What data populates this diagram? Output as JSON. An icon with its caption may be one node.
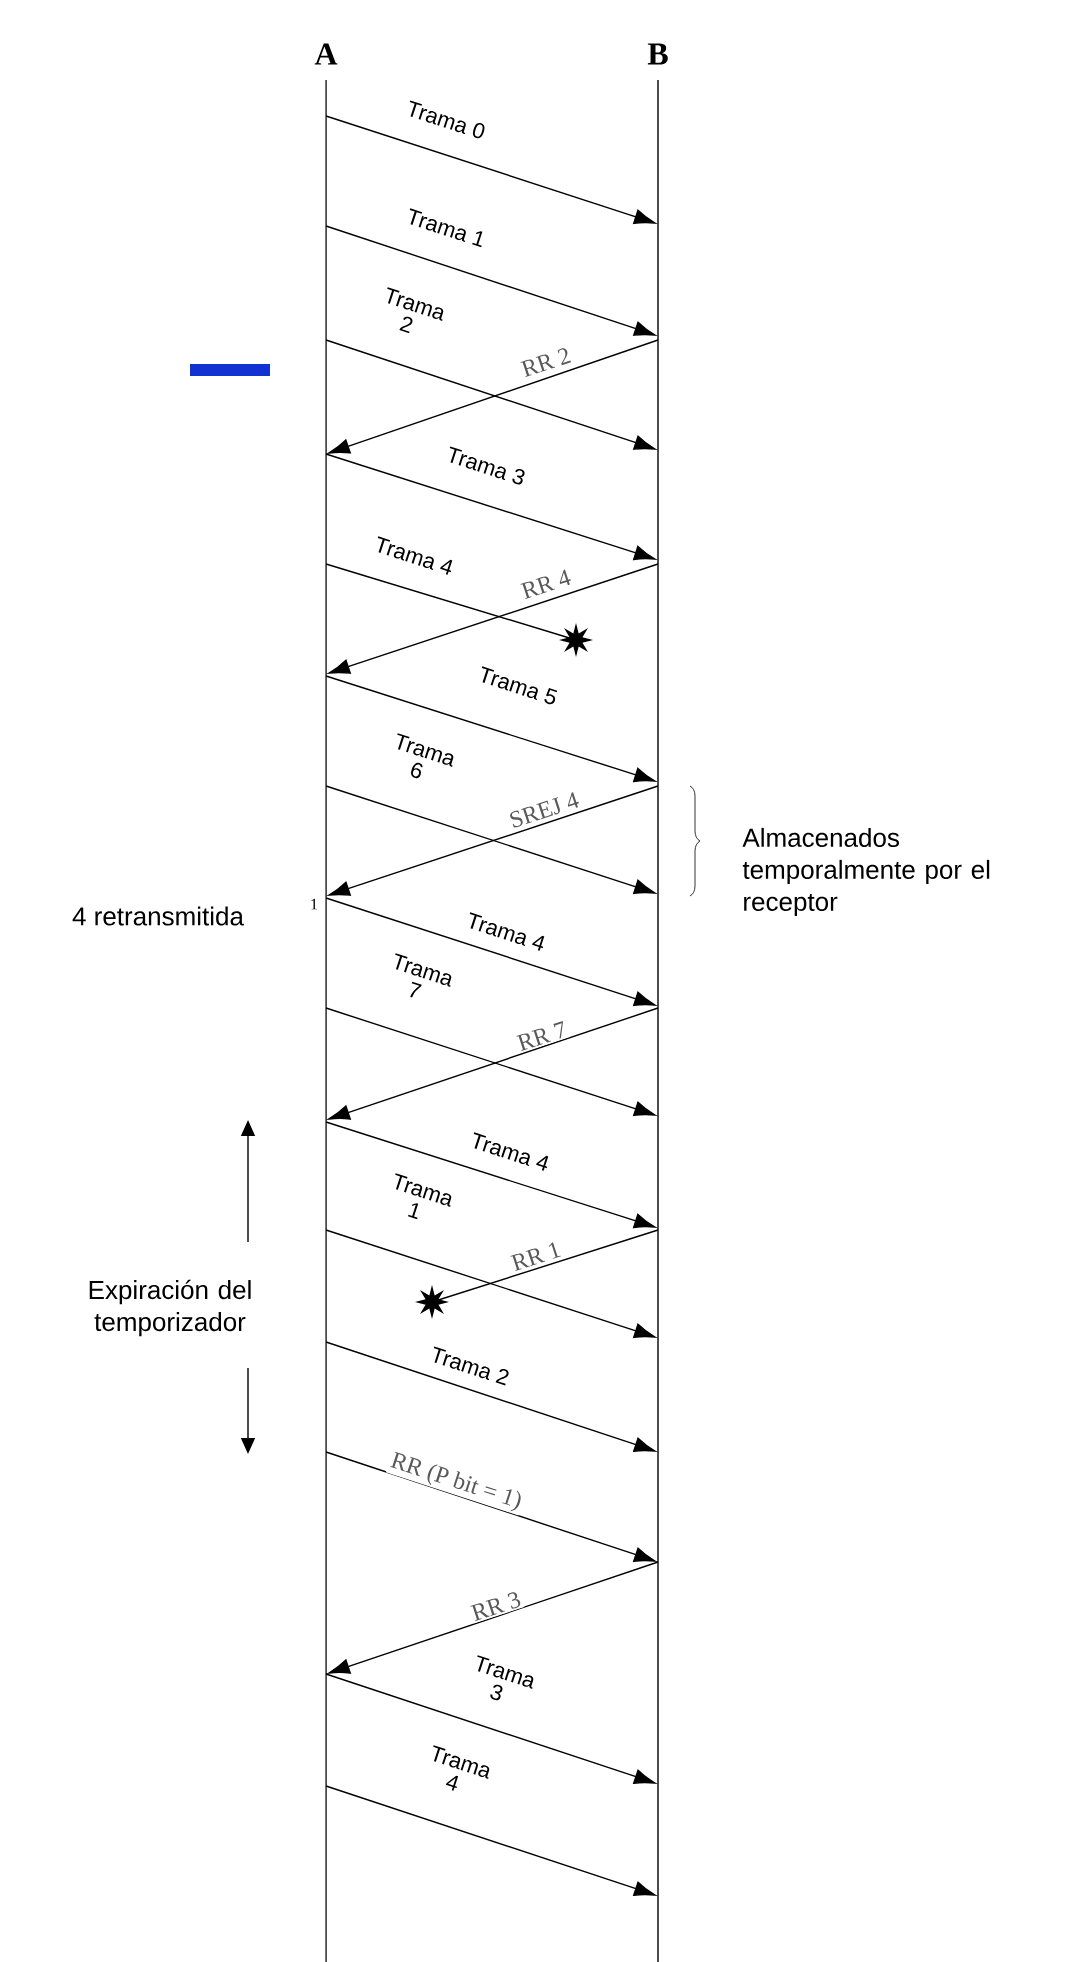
{
  "diagram": {
    "nodes": [
      {
        "text": [
          "A"
        ]
      },
      {
        "text": [
          "B"
        ]
      }
    ],
    "edges": [
      {
        "from": 0,
        "to": 1,
        "arrow": "to",
        "label": "Trama 0"
      },
      {
        "from": 0,
        "to": 1,
        "arrow": "to",
        "label": "Trama 1"
      },
      {
        "from": 0,
        "to": 1,
        "arrow": "to",
        "label": "Trama 2"
      },
      {
        "from": 1,
        "to": 0,
        "arrow": "to",
        "label": "RR 2"
      },
      {
        "from": 0,
        "to": 1,
        "arrow": "to",
        "label": "Trama 3"
      },
      {
        "from": 0,
        "to": null,
        "arrow": "other",
        "label": "Trama 4"
      },
      {
        "from": 1,
        "to": 0,
        "arrow": "to",
        "label": "RR 4"
      },
      {
        "from": 0,
        "to": 1,
        "arrow": "to",
        "label": "Trama 5"
      },
      {
        "from": 0,
        "to": 1,
        "arrow": "to",
        "label": "Trama 6"
      },
      {
        "from": 1,
        "to": 0,
        "arrow": "to",
        "label": "SREJ 4"
      },
      {
        "from": 0,
        "to": 1,
        "arrow": "to",
        "label": "Trama 4"
      },
      {
        "from": 0,
        "to": 1,
        "arrow": "to",
        "label": "Trama 7"
      },
      {
        "from": 1,
        "to": 0,
        "arrow": "to",
        "label": "RR 7"
      },
      {
        "from": 0,
        "to": 1,
        "arrow": "to",
        "label": "Trama 4"
      },
      {
        "from": 0,
        "to": 1,
        "arrow": "to",
        "label": "Trama 1"
      },
      {
        "from": 1,
        "to": null,
        "arrow": "other",
        "label": "RR 1"
      },
      {
        "from": 0,
        "to": 1,
        "arrow": "to",
        "label": "Trama 2"
      },
      {
        "from": 0,
        "to": 1,
        "arrow": "to",
        "label": "RR (P bit = 1)"
      },
      {
        "from": 1,
        "to": 0,
        "arrow": "to",
        "label": "RR 3"
      },
      {
        "from": 0,
        "to": 1,
        "arrow": "to",
        "label": "Trama 3"
      },
      {
        "from": 0,
        "to": 1,
        "arrow": "to",
        "label": "Trama 4"
      }
    ],
    "labels": [
      "Almacenados temporalmente por el receptor",
      "4 retransmitida",
      "1",
      "Expiración del temporizador"
    ]
  }
}
